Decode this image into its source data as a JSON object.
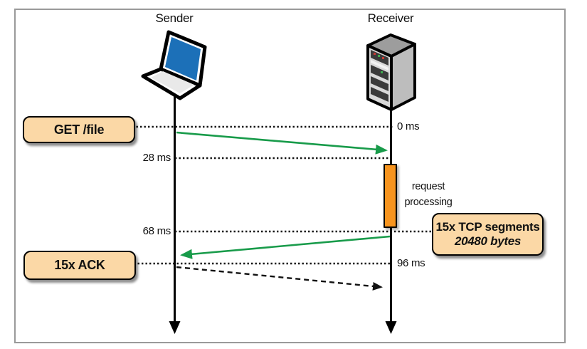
{
  "actors": [
    {
      "label": "Sender",
      "icon": "laptop-icon"
    },
    {
      "label": "Receiver",
      "icon": "server-icon"
    }
  ],
  "callouts": {
    "request": {
      "label": "GET /file"
    },
    "ack": {
      "label": "15x ACK"
    },
    "segments": {
      "line1": "15x TCP segments",
      "line2": "20480 bytes"
    }
  },
  "annotations": {
    "processing": {
      "line1": "request",
      "line2": "processing"
    }
  },
  "timeline_marks": [
    {
      "label": "0 ms",
      "side": "right-of-receiver"
    },
    {
      "label": "28 ms",
      "side": "left-of-sender"
    },
    {
      "label": "68 ms",
      "side": "left-of-sender"
    },
    {
      "label": "96 ms",
      "side": "right-of-receiver"
    }
  ],
  "flows": [
    {
      "name": "get-request",
      "from": "Sender",
      "to": "Receiver",
      "style": "solid-green",
      "start": "0 ms",
      "end": "28 ms"
    },
    {
      "name": "tcp-segments",
      "from": "Receiver",
      "to": "Sender",
      "style": "solid-green",
      "start": "68 ms",
      "end": "96 ms"
    },
    {
      "name": "ack-return",
      "from": "Sender",
      "to": "Receiver",
      "style": "dashed-black",
      "start": "96 ms"
    }
  ],
  "colors": {
    "flow_green": "#189b4a",
    "processing_fill": "#f7941e",
    "callout_fill": "#fbd8a6",
    "frame_border": "#9a9a9a",
    "laptop_screen_blue": "#1c70b8"
  }
}
